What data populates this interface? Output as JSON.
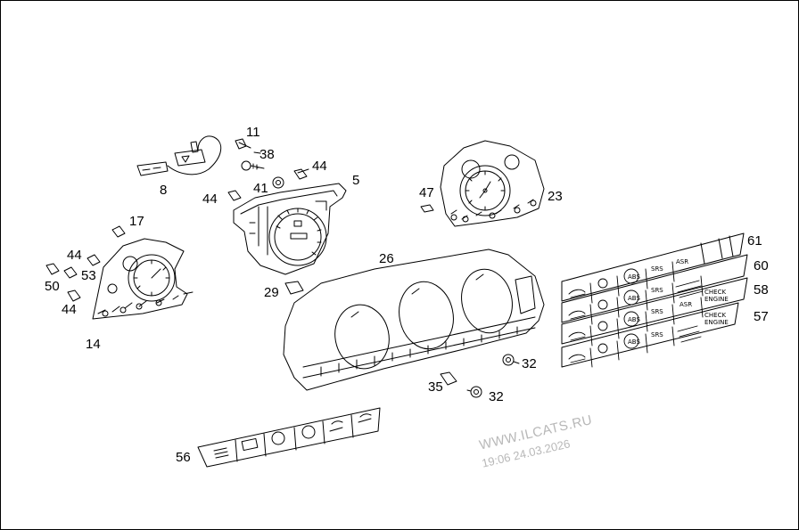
{
  "callouts": [
    {
      "id": "11",
      "label": "11"
    },
    {
      "id": "38",
      "label": "38"
    },
    {
      "id": "44a",
      "label": "44"
    },
    {
      "id": "5",
      "label": "5"
    },
    {
      "id": "8",
      "label": "8"
    },
    {
      "id": "41",
      "label": "41"
    },
    {
      "id": "44b",
      "label": "44"
    },
    {
      "id": "47",
      "label": "47"
    },
    {
      "id": "23",
      "label": "23"
    },
    {
      "id": "17",
      "label": "17"
    },
    {
      "id": "44c",
      "label": "44"
    },
    {
      "id": "53",
      "label": "53"
    },
    {
      "id": "50",
      "label": "50"
    },
    {
      "id": "44d",
      "label": "44"
    },
    {
      "id": "14",
      "label": "14"
    },
    {
      "id": "29",
      "label": "29"
    },
    {
      "id": "26",
      "label": "26"
    },
    {
      "id": "61",
      "label": "61"
    },
    {
      "id": "60",
      "label": "60"
    },
    {
      "id": "58",
      "label": "58"
    },
    {
      "id": "57",
      "label": "57"
    },
    {
      "id": "32a",
      "label": "32"
    },
    {
      "id": "35",
      "label": "35"
    },
    {
      "id": "32b",
      "label": "32"
    },
    {
      "id": "56",
      "label": "56"
    }
  ],
  "strip_labels": {
    "abs": "ABS",
    "srs": "SRS",
    "asr": "ASR",
    "check": "CHECK",
    "engine": "ENGINE"
  },
  "watermark": {
    "site": "WWW.ILCATS.RU",
    "timestamp": "19:06 24.03.2026"
  }
}
